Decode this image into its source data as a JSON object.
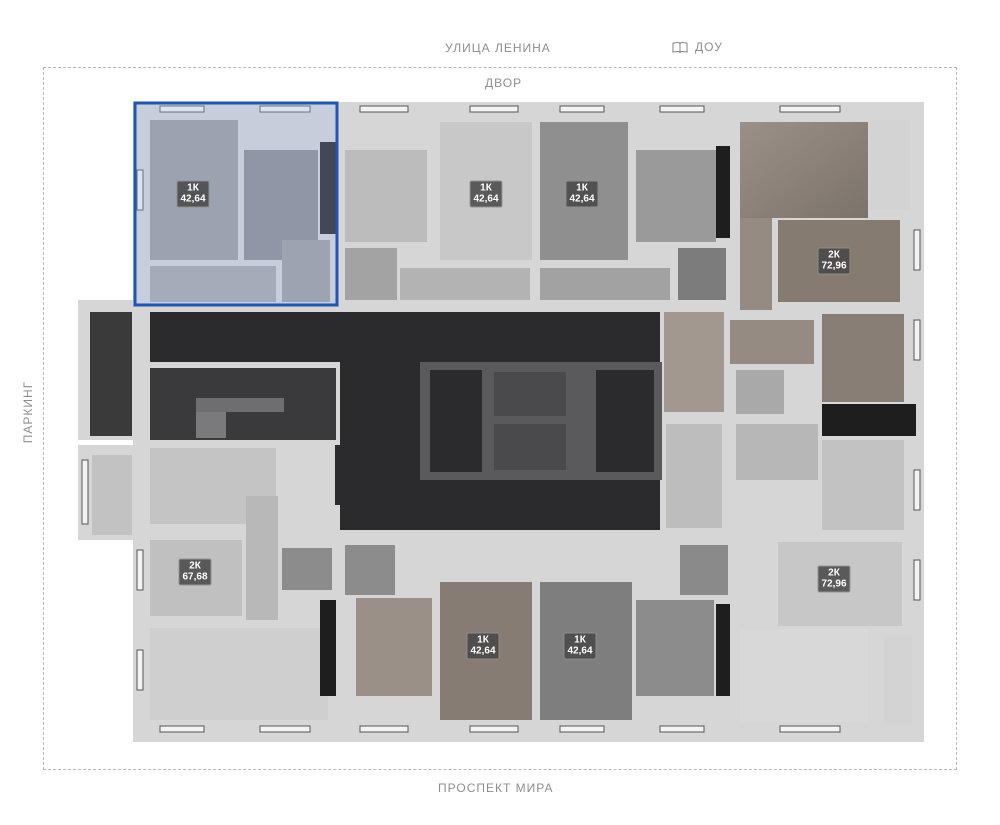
{
  "labels": {
    "street": "УЛИЦА ЛЕНИНА",
    "school": "ДОУ",
    "yard": "ДВОР",
    "avenue": "ПРОСПЕКТ МИРА",
    "parking": "ПАРКИНГ"
  },
  "icons": {
    "school": "open-book-icon"
  },
  "colors": {
    "selected_outline": "#1f56b3",
    "wall": "#cfcfcf",
    "corridor": "#2a2a2c",
    "room_light": "#c4c4c4",
    "room_mid": "#8c8c8c",
    "room_wood": "#8a8077"
  },
  "apartments": [
    {
      "type": "1К",
      "area": "42,64",
      "selected": true
    },
    {
      "type": "1К",
      "area": "42,64",
      "selected": false
    },
    {
      "type": "1К",
      "area": "42,64",
      "selected": false
    },
    {
      "type": "2К",
      "area": "72,96",
      "selected": false
    },
    {
      "type": "2К",
      "area": "67,68",
      "selected": false
    },
    {
      "type": "2К",
      "area": "72,96",
      "selected": false
    },
    {
      "type": "1К",
      "area": "42,64",
      "selected": false
    },
    {
      "type": "1К",
      "area": "42,64",
      "selected": false
    }
  ]
}
